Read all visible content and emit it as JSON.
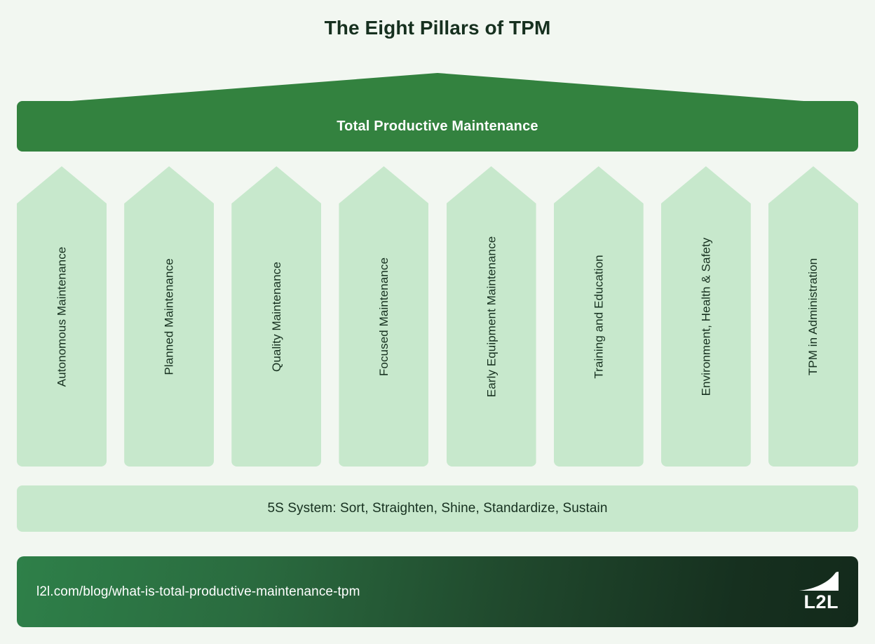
{
  "page": {
    "title": "The Eight Pillars of TPM",
    "background_color": "#f2f7f1"
  },
  "roof": {
    "label": "Total Productive Maintenance",
    "color": "#33823f",
    "text_color": "#ffffff"
  },
  "pillars": {
    "color": "#c7e8cc",
    "text_color": "#16301f",
    "items": [
      {
        "label": "Autonomous Maintenance"
      },
      {
        "label": "Planned Maintenance"
      },
      {
        "label": "Quality Maintenance"
      },
      {
        "label": "Focused Maintenance"
      },
      {
        "label": "Early Equipment Maintenance"
      },
      {
        "label": "Training and Education"
      },
      {
        "label": "Environment, Health & Safety"
      },
      {
        "label": "TPM in Administration"
      }
    ]
  },
  "foundation": {
    "label": "5S System: Sort, Straighten, Shine, Standardize, Sustain",
    "color": "#c7e8cc",
    "text_color": "#16301f"
  },
  "footer": {
    "url": "l2l.com/blog/what-is-total-productive-maintenance-tpm",
    "logo_text": "L2L",
    "gradient_from": "#2e8049",
    "gradient_to": "#16301f",
    "text_color": "#ffffff"
  }
}
